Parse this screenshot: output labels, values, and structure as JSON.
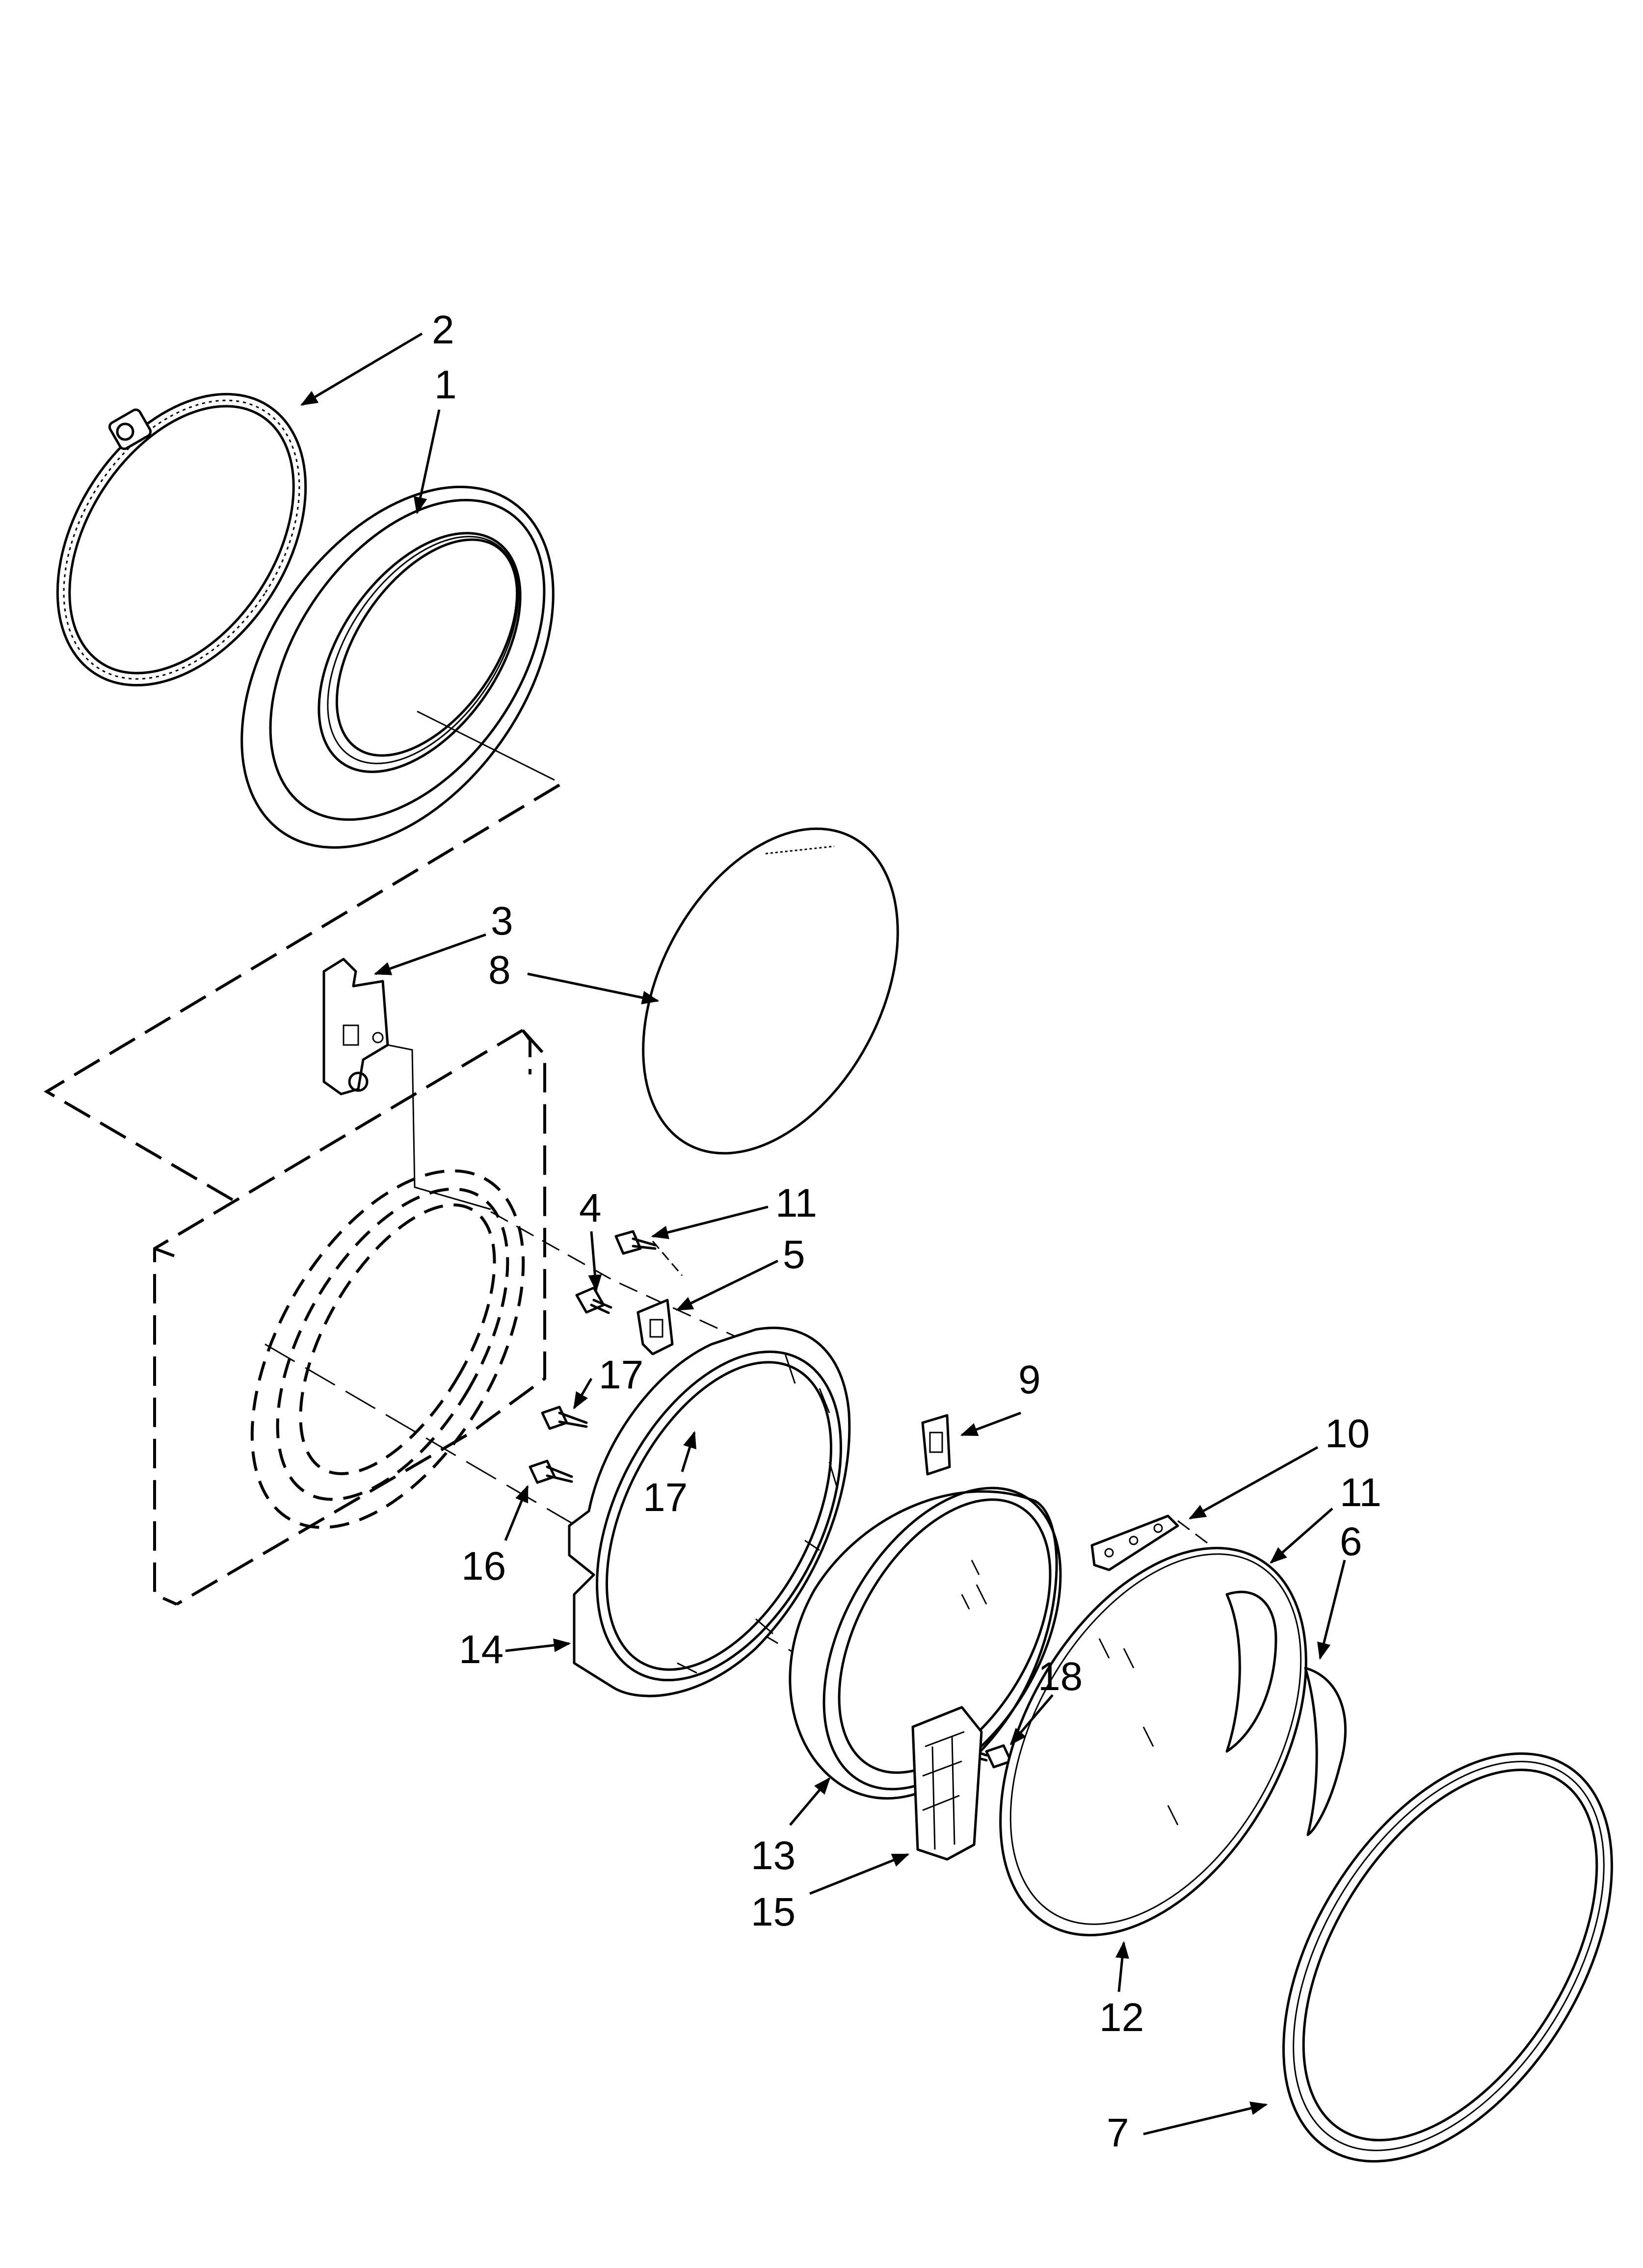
{
  "callouts": [
    {
      "id": "c2",
      "text": "2"
    },
    {
      "id": "c1",
      "text": "1"
    },
    {
      "id": "c3",
      "text": "3"
    },
    {
      "id": "c8",
      "text": "8"
    },
    {
      "id": "c4",
      "text": "4"
    },
    {
      "id": "c11a",
      "text": "11"
    },
    {
      "id": "c5",
      "text": "5"
    },
    {
      "id": "c17a",
      "text": "17"
    },
    {
      "id": "c17b",
      "text": "17"
    },
    {
      "id": "c16",
      "text": "16"
    },
    {
      "id": "c9",
      "text": "9"
    },
    {
      "id": "c10",
      "text": "10"
    },
    {
      "id": "c11b",
      "text": "11"
    },
    {
      "id": "c6",
      "text": "6"
    },
    {
      "id": "c14",
      "text": "14"
    },
    {
      "id": "c18",
      "text": "18"
    },
    {
      "id": "c13",
      "text": "13"
    },
    {
      "id": "c15",
      "text": "15"
    },
    {
      "id": "c12",
      "text": "12"
    },
    {
      "id": "c7",
      "text": "7"
    }
  ]
}
